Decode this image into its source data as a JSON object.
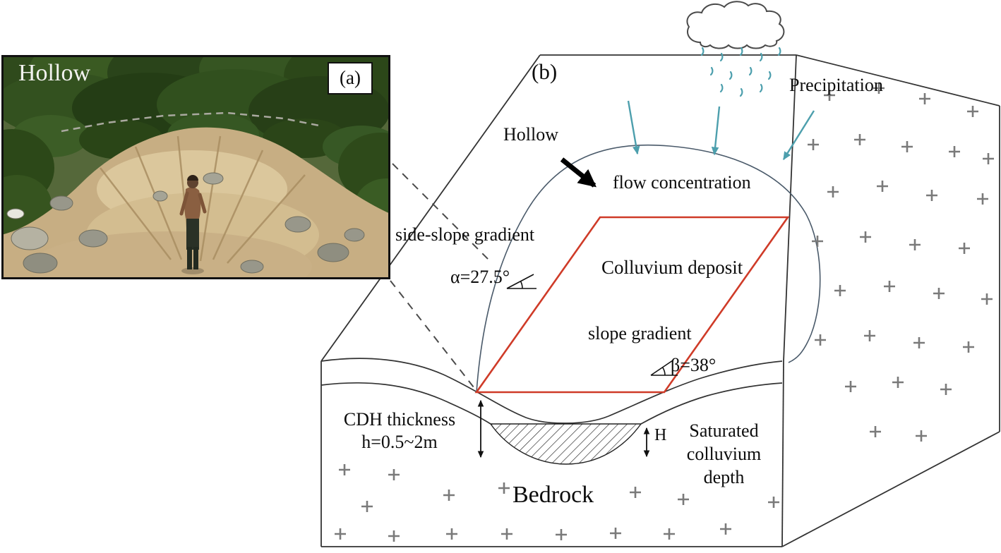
{
  "panel_a": {
    "label": "(a)",
    "title": "Hollow"
  },
  "panel_b": {
    "label": "(b)",
    "precipitation_label": "Precipitation",
    "hollow_label": "Hollow",
    "flow_concentration_label": "flow concentration",
    "side_slope_gradient_label": "side-slope gradient",
    "side_slope_value": "α=27.5°",
    "colluvium_deposit_label": "Colluvium deposit",
    "slope_gradient_label": "slope gradient",
    "slope_gradient_value": "β=38°",
    "cdh_thickness_label": "CDH thickness",
    "cdh_thickness_value": "h=0.5~2m",
    "saturated_depth_symbol": "H",
    "saturated_depth_lines": [
      "Saturated",
      "colluvium",
      "depth"
    ],
    "bedrock_label": "Bedrock"
  },
  "colors": {
    "colluvium_outline_red": "#cf3b28",
    "precipitation_arrow_teal": "#4d9fad",
    "bedrock_symbol_gray": "#7a7a7a"
  }
}
